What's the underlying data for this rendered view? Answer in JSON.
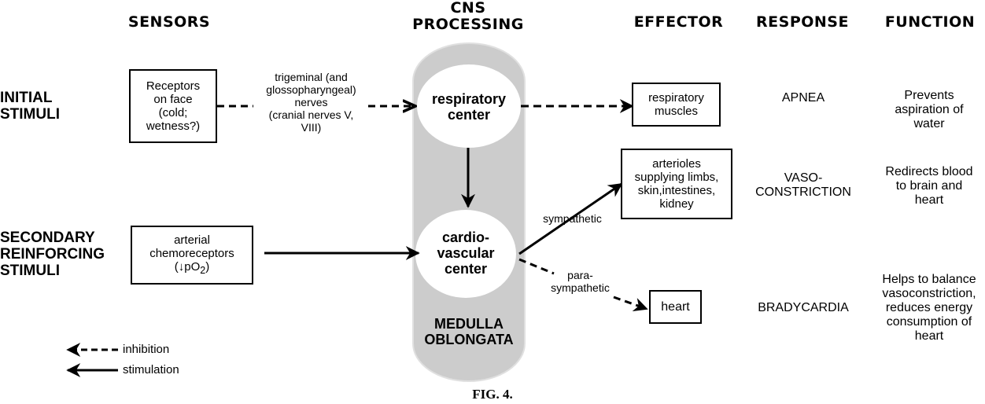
{
  "columns": {
    "sensors": "SENSORS",
    "cns_processing_line1": "CNS",
    "cns_processing_line2": "PROCESSING",
    "effector": "EFFECTOR",
    "response": "RESPONSE",
    "function": "FUNCTION"
  },
  "rows": {
    "initial": [
      "INITIAL",
      "STIMULI"
    ],
    "secondary": [
      "SECONDARY",
      "REINFORCING",
      "STIMULI"
    ]
  },
  "sensors": {
    "face_receptors": [
      "Receptors",
      "on face",
      "(cold;",
      "wetness?)"
    ],
    "chemoreceptors_line1": "arterial",
    "chemoreceptors_line2": "chemoreceptors",
    "chemoreceptors_line3_pre": "(",
    "chemoreceptors_arrow": "↓",
    "chemoreceptors_po": "pO",
    "chemoreceptors_sub": "2",
    "chemoreceptors_line3_post": ")"
  },
  "nerves_label": [
    "trigeminal (and",
    "glossopharyngeal)",
    "nerves",
    "(cranial nerves V,",
    "VIII)"
  ],
  "cns": {
    "respiratory_center": [
      "respiratory",
      "center"
    ],
    "cardiovascular_center": [
      "cardio-",
      "vascular",
      "center"
    ],
    "region": [
      "MEDULLA",
      "OBLONGATA"
    ]
  },
  "pathways": {
    "sympathetic": "sympathetic",
    "parasympathetic": [
      "para-",
      "sympathetic"
    ]
  },
  "effectors": {
    "respiratory_muscles": [
      "respiratory",
      "muscles"
    ],
    "arterioles": [
      "arterioles",
      "supplying limbs,",
      "skin,intestines,",
      "kidney"
    ],
    "heart": "heart"
  },
  "responses": {
    "apnea": "APNEA",
    "vasoconstriction": [
      "VASO-",
      "CONSTRICTION"
    ],
    "bradycardia": "BRADYCARDIA"
  },
  "functions": {
    "apnea": [
      "Prevents",
      "aspiration of",
      "water"
    ],
    "vasoconstriction": [
      "Redirects blood",
      "to brain and",
      "heart"
    ],
    "bradycardia": [
      "Helps to balance",
      "vasoconstriction,",
      "reduces energy",
      "consumption of",
      "heart"
    ]
  },
  "legend": {
    "inhibition": "inhibition",
    "stimulation": "stimulation"
  },
  "caption": "FIG. 4.",
  "colors": {
    "medulla_fill": "#cccccc",
    "medulla_edge": "#e0e0e0",
    "line": "#000000"
  }
}
